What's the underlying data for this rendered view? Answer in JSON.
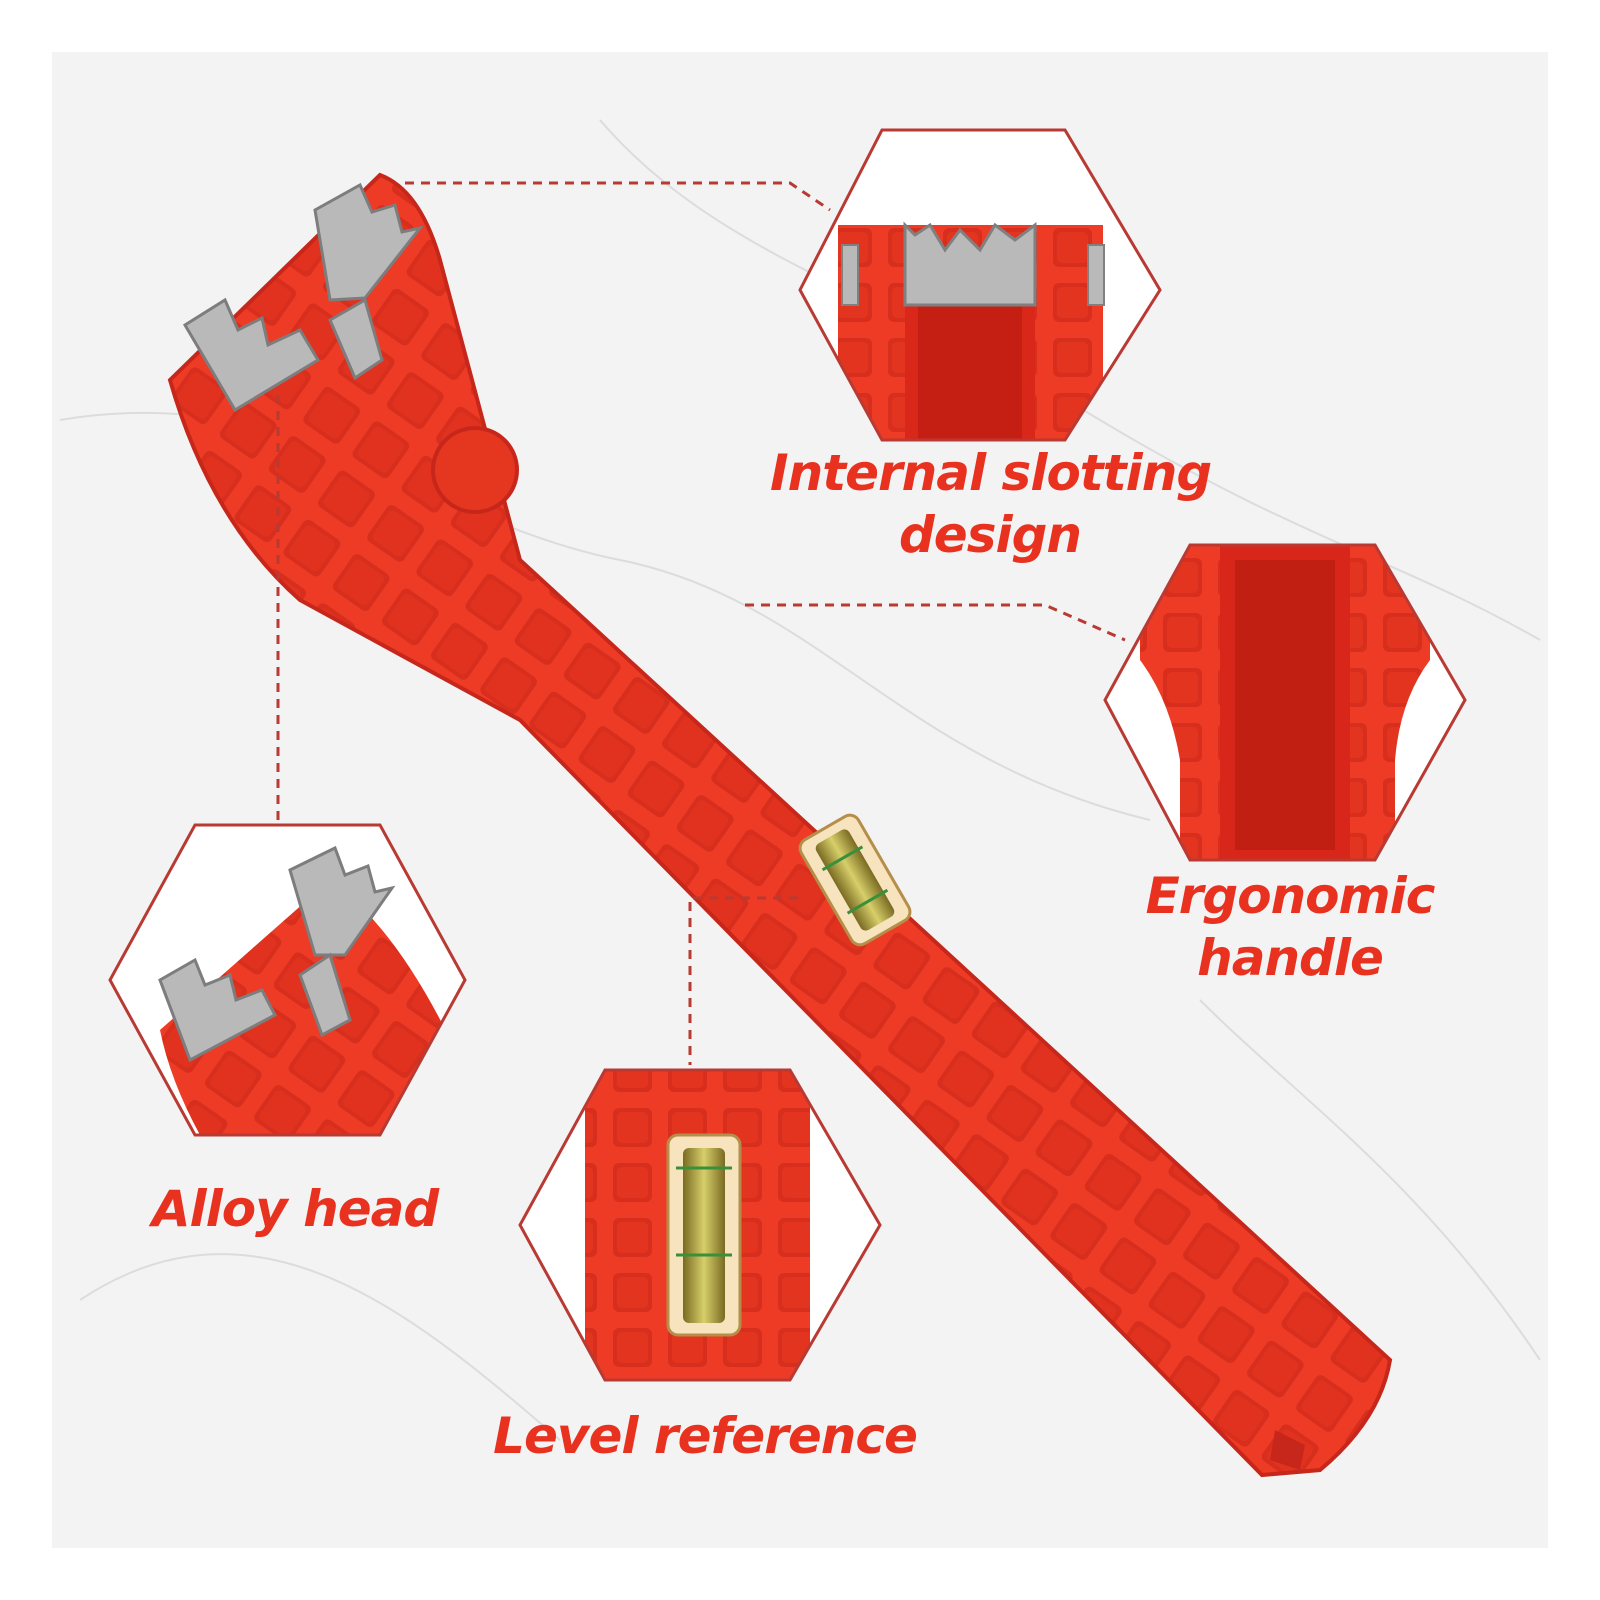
{
  "callouts": {
    "internal_slotting": {
      "line1": "Internal slotting",
      "line2": "design"
    },
    "ergonomic_handle": {
      "line1": "Ergonomic",
      "line2": "handle"
    },
    "alloy_head": {
      "label": "Alloy head"
    },
    "level_reference": {
      "label": "Level reference"
    }
  },
  "colors": {
    "accent": "#e8321f",
    "tool_red": "#ee3b26",
    "tool_red_dark": "#c7271a",
    "alloy_metal": "#b9b9b9",
    "background": "#f3f3f4",
    "leader_line": "#b83a33"
  }
}
